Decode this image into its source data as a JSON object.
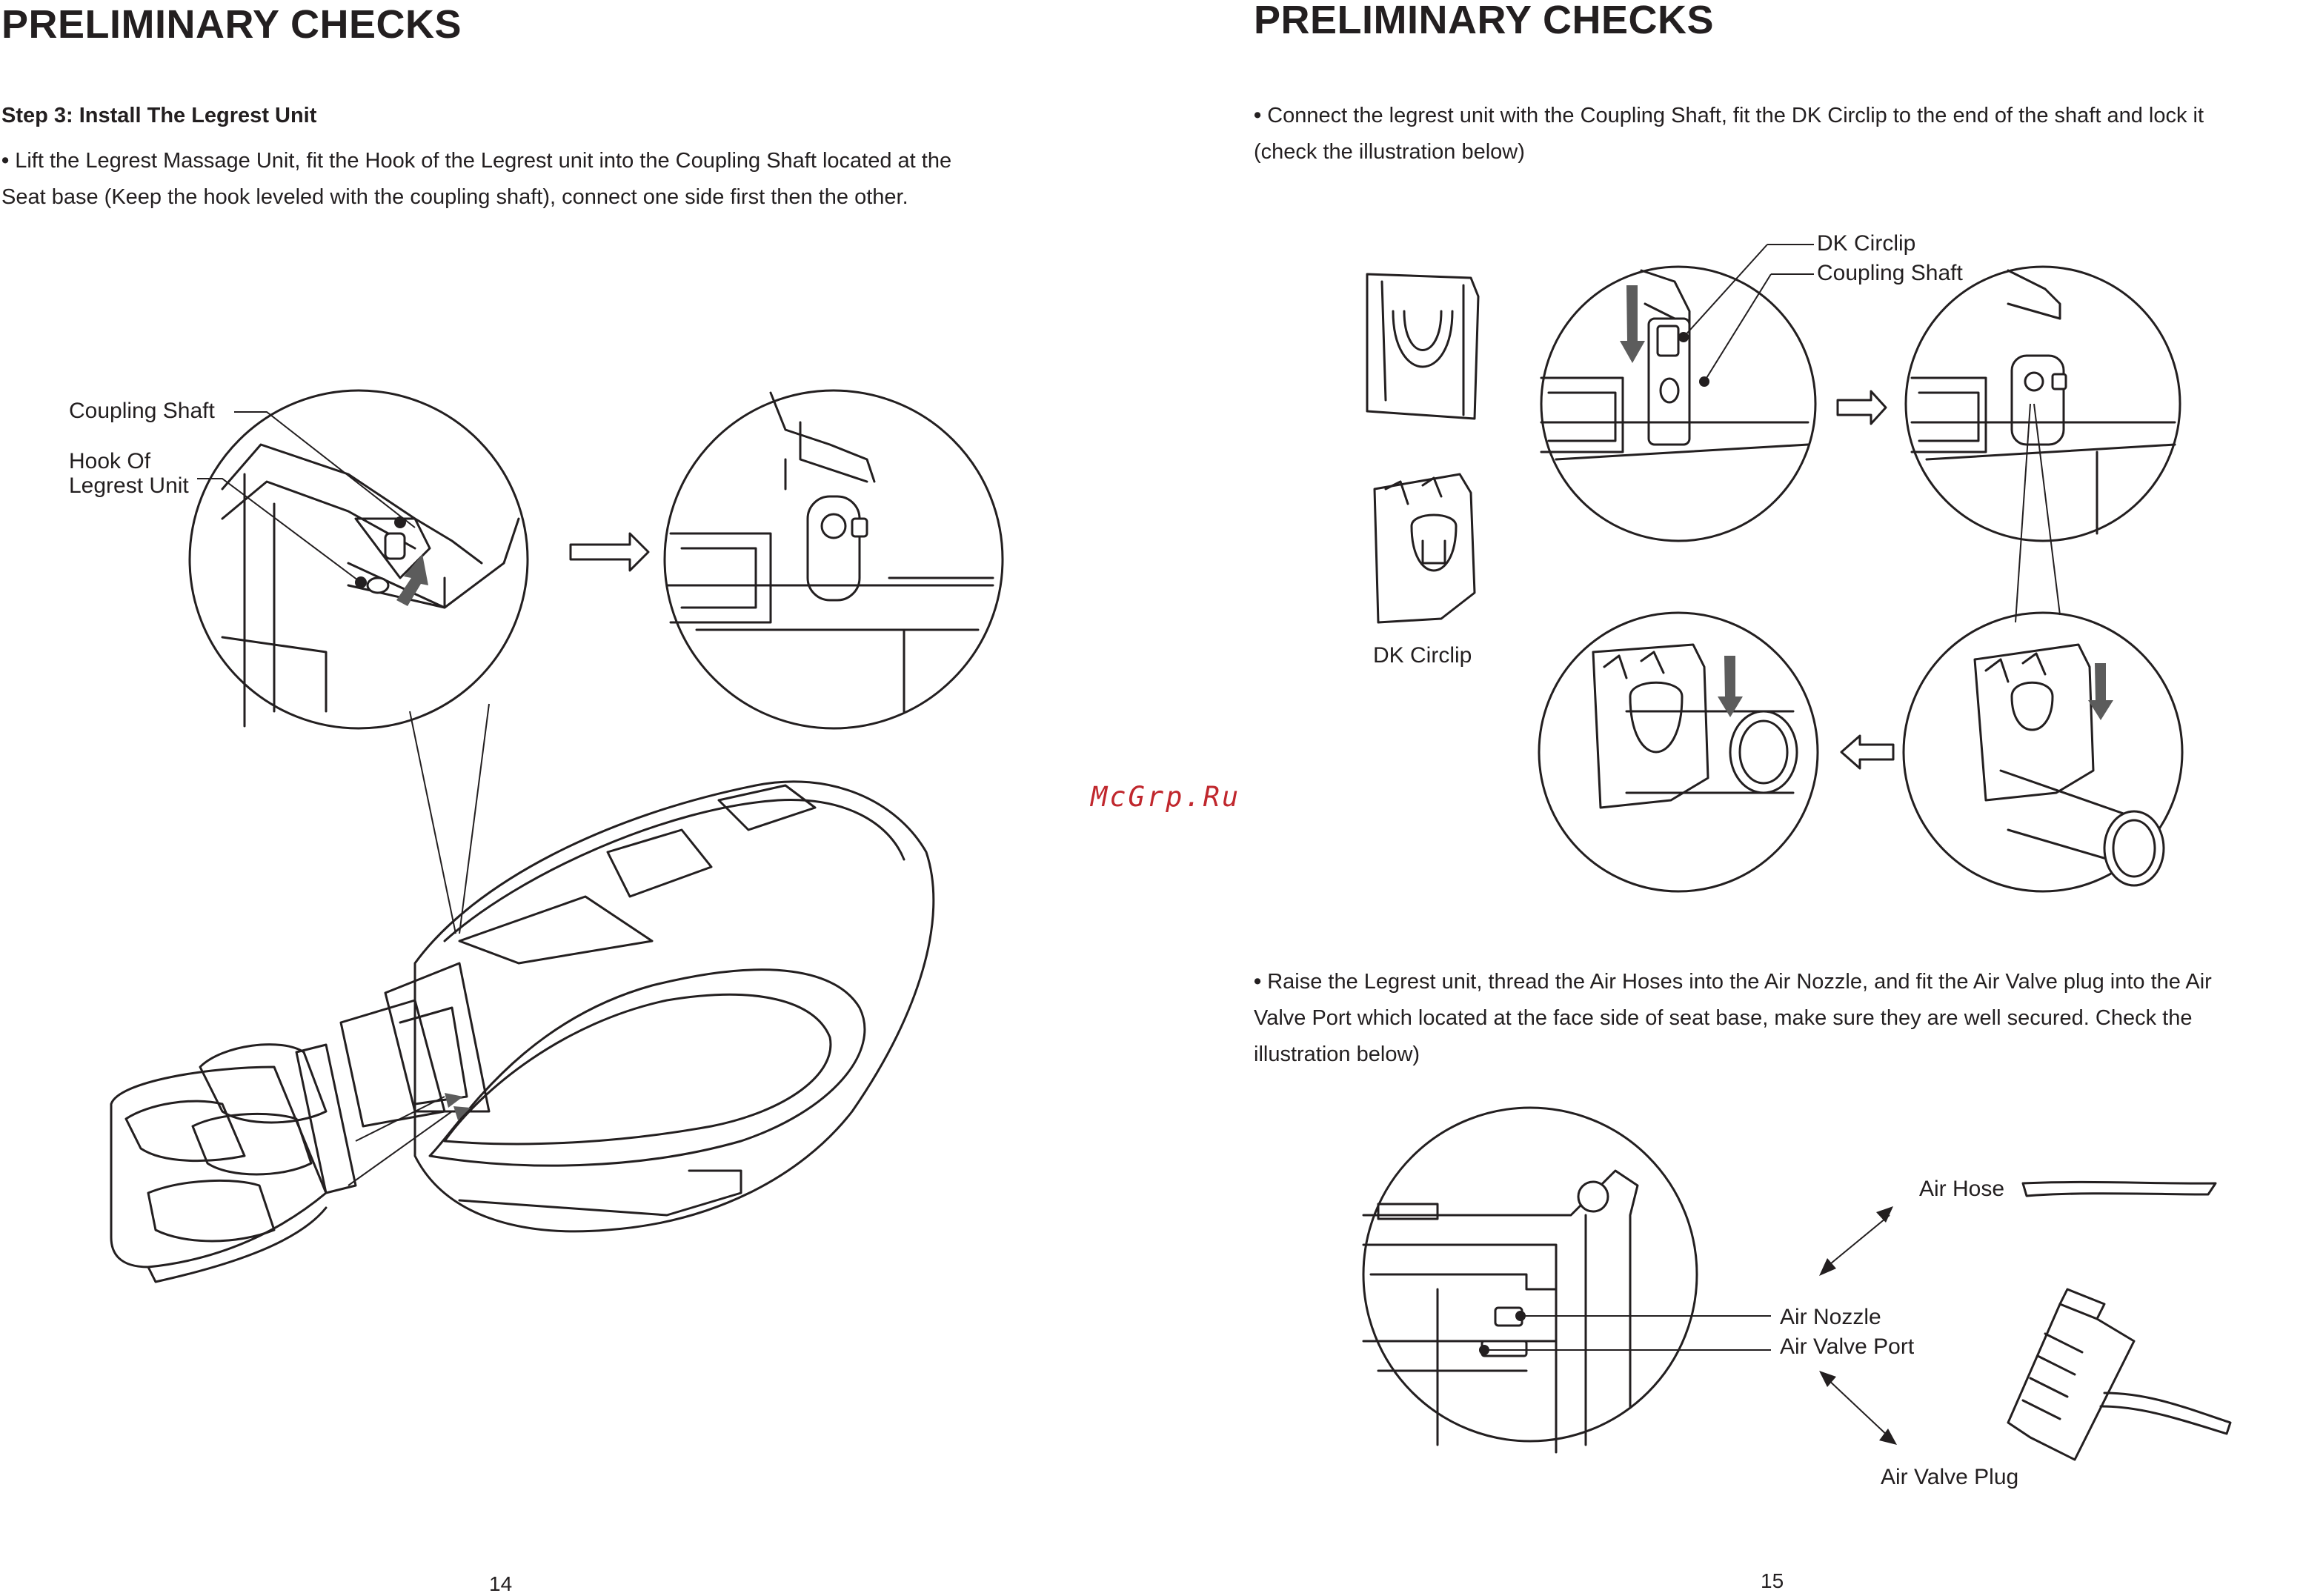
{
  "left_page": {
    "title": "PRELIMINARY CHECKS",
    "step_heading": "Step 3: Install The Legrest Unit",
    "bullet_char": "•",
    "instruction_lines": [
      "Lift the Legrest Massage Unit, fit the Hook of the Legrest unit into the Coupling Shaft located at the",
      "Seat base (Keep the hook leveled with the coupling shaft), connect one side first then the other."
    ],
    "labels": {
      "coupling_shaft": "Coupling Shaft",
      "hook_line1": "Hook Of",
      "hook_line2": "Legrest Unit"
    },
    "page_number": "14"
  },
  "right_page": {
    "title": "PRELIMINARY CHECKS",
    "bullet_char": "•",
    "instruction1_lines": [
      "Connect the legrest unit with the Coupling Shaft, fit the DK Circlip to the  end of the shaft and lock it",
      "(check the illustration below)"
    ],
    "labels_top": {
      "dk_circlip": "DK Circlip",
      "coupling_shaft": "Coupling Shaft",
      "dk_circlip_bottom": "DK Circlip"
    },
    "instruction2_lines": [
      "Raise the Legrest unit, thread the Air Hoses into the Air Nozzle, and fit the Air Valve plug into the  Air",
      "Valve Port which located at the face side of seat base, make sure they are well secured. Check the",
      "illustration below)"
    ],
    "labels_bottom": {
      "air_hose": "Air Hose",
      "air_nozzle": "Air Nozzle",
      "air_valve_port": "Air Valve Port",
      "air_valve_plug": "Air Valve Plug"
    },
    "page_number": "15"
  },
  "watermark": "McGrp.Ru"
}
